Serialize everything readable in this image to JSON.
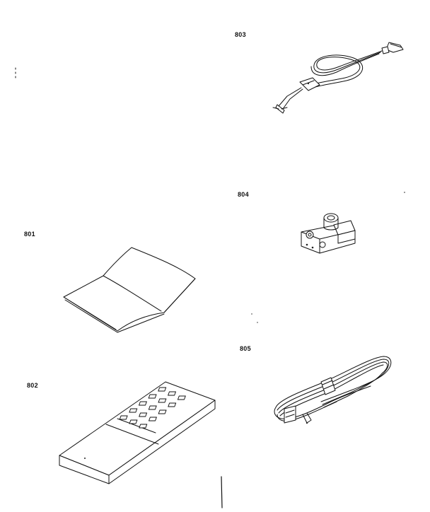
{
  "parts": [
    {
      "id": "801",
      "label": "801",
      "icon": "instruction-manual-icon"
    },
    {
      "id": "802",
      "label": "802",
      "icon": "remote-control-icon"
    },
    {
      "id": "803",
      "label": "803",
      "icon": "power-cord-icon"
    },
    {
      "id": "804",
      "label": "804",
      "icon": "antenna-adapter-icon"
    },
    {
      "id": "805",
      "label": "805",
      "icon": "ribbon-cable-icon"
    }
  ]
}
